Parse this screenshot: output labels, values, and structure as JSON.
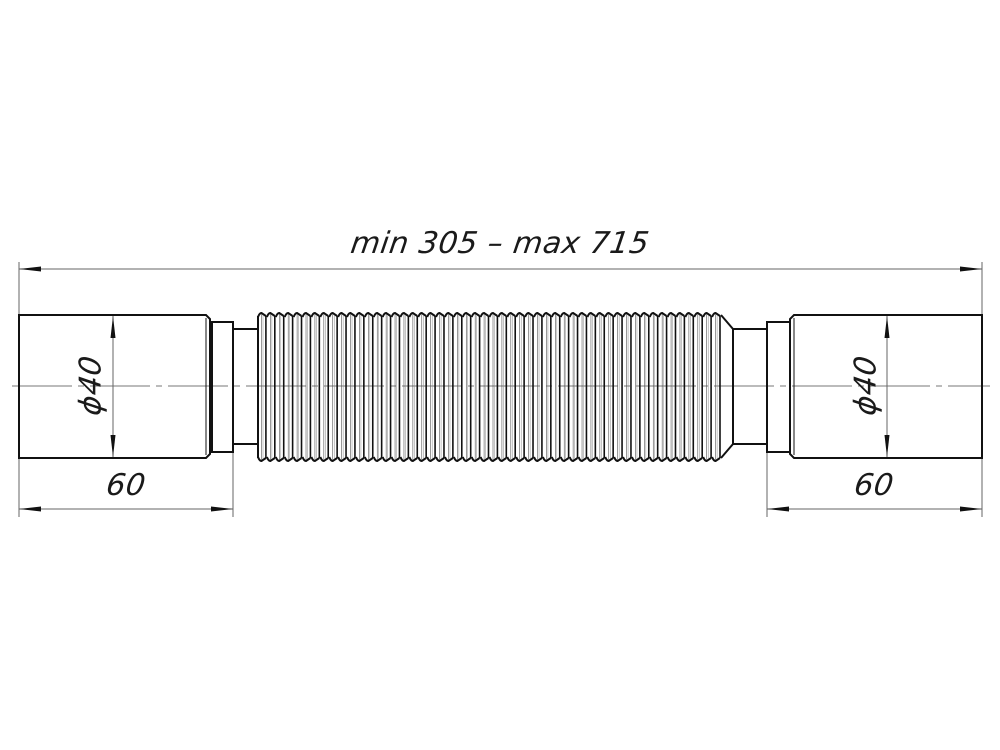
{
  "drawing": {
    "type": "technical drawing — flexible corrugated drain pipe",
    "overall_length_label": "min 305 – max 715",
    "left_end": {
      "diameter_label": "ϕ40",
      "length_label": "60"
    },
    "right_end": {
      "diameter_label": "ϕ40",
      "length_label": "60"
    },
    "corrugation_rib_count": 52
  },
  "colors": {
    "outline": "#111111",
    "dimension": "#555555",
    "centerline": "#777777",
    "background": "#ffffff"
  }
}
